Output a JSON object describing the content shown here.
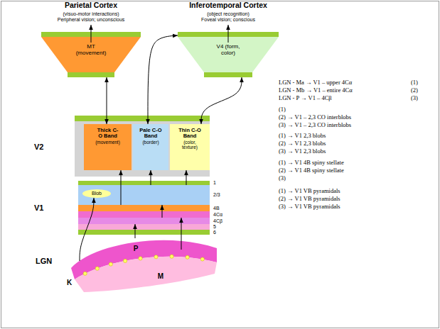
{
  "diagram": {
    "nodes": [
      {
        "text": [
          "Parietal Cortex",
          "(visuo-motor interactions)",
          "Peripheral vision; unconscious",
          "MT (movement)"
        ]
      },
      {
        "text": [
          "Inferotemporal Cortex",
          "(object recognition)",
          "Foveal vision; conscious",
          "V4 (form, color)"
        ]
      },
      {
        "text": [
          "V2"
        ]
      },
      {
        "text": [
          "Thick C-O Band",
          "(movement)"
        ],
        "in": 2
      },
      {
        "text": [
          "Pale C-O Band",
          "(border)"
        ],
        "in": 2
      },
      {
        "text": [
          "Thin C-O Band",
          "(color, texture)"
        ],
        "in": 2
      },
      {
        "text": [
          "V1"
        ]
      },
      {
        "text": [
          "1"
        ],
        "in": 6
      },
      {
        "text": [
          "2/3"
        ],
        "in": 6
      },
      {
        "text": [
          "Blob"
        ],
        "in": 8
      },
      {
        "text": [
          "4B"
        ],
        "in": 6
      },
      {
        "text": [
          "4Cα"
        ],
        "in": 6
      },
      {
        "text": [
          "4Cβ"
        ],
        "in": 6
      },
      {
        "text": [
          "5"
        ],
        "in": 6
      },
      {
        "text": [
          "6"
        ],
        "in": 6
      },
      {
        "text": [
          "LGN"
        ]
      },
      {
        "text": [
          "P"
        ],
        "in": 15
      },
      {
        "text": [
          "M"
        ],
        "in": 15
      },
      {
        "text": [
          "K"
        ],
        "in": 15
      }
    ],
    "edges": [
      {
        "from": 0,
        "to": 3,
        "arrow": "both"
      },
      {
        "from": 1,
        "to": 4,
        "arrow": "both"
      },
      {
        "from": 5,
        "to": 1,
        "arrow": "both"
      },
      {
        "from": 10,
        "to": 3,
        "arrow": "to"
      },
      {
        "from": 8,
        "to": 4,
        "arrow": "to"
      },
      {
        "from": 8,
        "to": 5,
        "arrow": "to"
      },
      {
        "from": 12,
        "to": 8,
        "arrow": "to"
      },
      {
        "from": 16,
        "to": 12,
        "arrow": "to"
      },
      {
        "from": 17,
        "to": 11,
        "arrow": "to"
      },
      {
        "from": 18,
        "to": 9,
        "arrow": "to"
      }
    ],
    "labels": [
      "LGN - Ma → V1 – upper 4Cα",
      "(1)",
      "LGN - Mb → V1 – entire 4Cα",
      "(2)",
      "LGN - P → V1 – 4Cβ",
      "(3)",
      "(1)",
      "(2) → V1 – 2,3 CO interblobs",
      "(3) → V1 – 2,3 CO interblobs",
      "(1) → V1 2,3 blobs",
      "(2) → V1 2,3 blobs",
      "(3) → V1 2,3 blobs",
      "(1) → V1 4B spiny stellate",
      "(2) → V1 4B spiny stellate",
      "(3)",
      "(1) → V1 VB pyramidals",
      "(2) → V1 VB pyramidals",
      "(3) → V1 VB pyramidals"
    ]
  }
}
